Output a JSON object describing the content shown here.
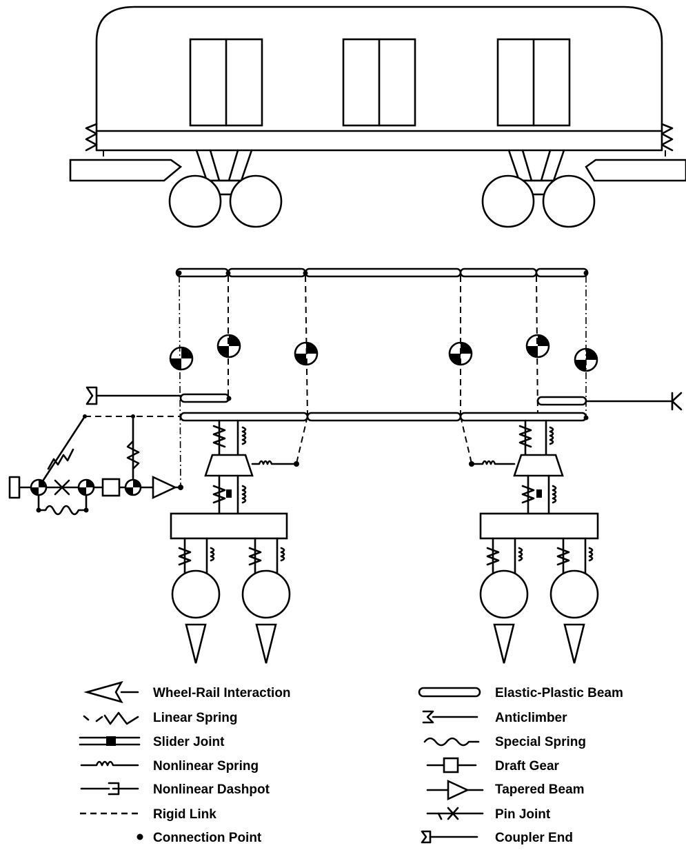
{
  "legend": {
    "left": [
      {
        "symbol": "wheel-rail-interaction",
        "label": "Wheel-Rail Interaction"
      },
      {
        "symbol": "linear-spring",
        "label": "Linear Spring"
      },
      {
        "symbol": "slider-joint",
        "label": "Slider Joint"
      },
      {
        "symbol": "nonlinear-spring",
        "label": "Nonlinear Spring"
      },
      {
        "symbol": "nonlinear-dashpot",
        "label": "Nonlinear Dashpot"
      },
      {
        "symbol": "rigid-link",
        "label": "Rigid Link"
      },
      {
        "symbol": "connection-point",
        "label": "Connection Point"
      }
    ],
    "right": [
      {
        "symbol": "elastic-plastic-beam",
        "label": "Elastic-Plastic Beam"
      },
      {
        "symbol": "anticlimber",
        "label": "Anticlimber"
      },
      {
        "symbol": "special-spring",
        "label": "Special Spring"
      },
      {
        "symbol": "draft-gear",
        "label": "Draft Gear"
      },
      {
        "symbol": "tapered-beam",
        "label": "Tapered Beam"
      },
      {
        "symbol": "pin-joint",
        "label": "Pin Joint"
      },
      {
        "symbol": "coupler-end",
        "label": "Coupler End"
      }
    ]
  }
}
